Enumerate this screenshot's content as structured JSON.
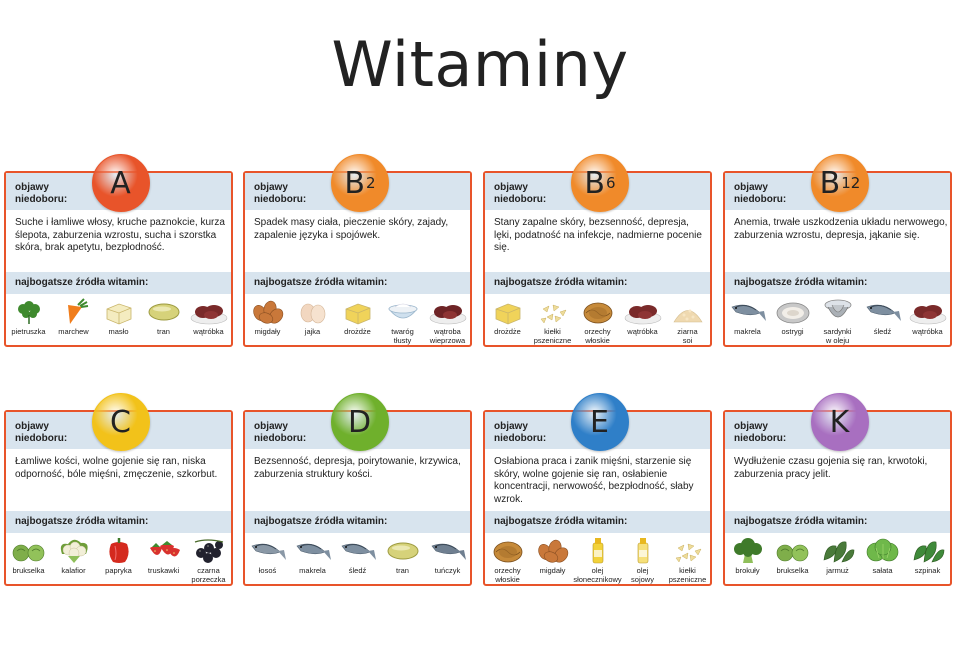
{
  "title": "Witaminy",
  "labels": {
    "symptoms": "objawy niedoboru:",
    "sources": "najbogatsze źródła witamin:"
  },
  "cards": [
    {
      "letter": "A",
      "sub": "",
      "color": "#e8542a",
      "desc": "Suche i łamliwe włosy, kruche paznokcie, kurza ślepota, zaburzenia wzrostu, sucha i szorstka skóra, brak apetytu, bezpłodność.",
      "items": [
        {
          "label": "pietruszka",
          "icon": "parsley-icon",
          "shape": "leaf",
          "color": "#3f8a2e"
        },
        {
          "label": "marchew",
          "icon": "carrot-icon",
          "shape": "carrot",
          "color": "#f07d1c"
        },
        {
          "label": "masło",
          "icon": "butter-icon",
          "shape": "block",
          "color": "#f4ecc0"
        },
        {
          "label": "tran",
          "icon": "fish-oil-capsule-icon",
          "shape": "capsule",
          "color": "#d6d27a"
        },
        {
          "label": "wątróbka",
          "icon": "liver-icon",
          "shape": "meat",
          "color": "#7a2a2a"
        }
      ]
    },
    {
      "letter": "B",
      "sub": "2",
      "color": "#f08a2a",
      "desc": "Spadek masy ciała, pieczenie skóry, zajady, zapalenie języka i spojówek.",
      "items": [
        {
          "label": "migdały",
          "icon": "almonds-icon",
          "shape": "nuts",
          "color": "#c9783a"
        },
        {
          "label": "jajka",
          "icon": "eggs-icon",
          "shape": "egg",
          "color": "#f2d7c0"
        },
        {
          "label": "drożdże",
          "icon": "yeast-icon",
          "shape": "block",
          "color": "#f0d35a"
        },
        {
          "label": "twaróg\ntłusty",
          "icon": "cottage-cheese-icon",
          "shape": "bowl",
          "color": "#eef2f6"
        },
        {
          "label": "wątroba\nwieprzowa",
          "icon": "pork-liver-icon",
          "shape": "meat",
          "color": "#6e2426"
        }
      ]
    },
    {
      "letter": "B",
      "sub": "6",
      "color": "#f08a2a",
      "desc": "Stany zapalne skóry, bezsenność, depresja, lęki, podatność na infekcje, nadmierne pocenie się.",
      "items": [
        {
          "label": "drożdże",
          "icon": "yeast-icon",
          "shape": "block",
          "color": "#f0d35a"
        },
        {
          "label": "kiełki\npszeniczne",
          "icon": "wheat-germ-icon",
          "shape": "flakes",
          "color": "#eedc9a"
        },
        {
          "label": "orzechy\nwłoskie",
          "icon": "walnut-icon",
          "shape": "walnut",
          "color": "#c68a3a"
        },
        {
          "label": "wątróbka",
          "icon": "liver-icon",
          "shape": "meat",
          "color": "#7a2a2a"
        },
        {
          "label": "ziarna\nsoi",
          "icon": "soybeans-icon",
          "shape": "pile",
          "color": "#efd9b0"
        }
      ]
    },
    {
      "letter": "B",
      "sub": "12",
      "color": "#f08a2a",
      "desc": "Anemia, trwałe uszkodzenia układu nerwowego, zaburzenia wzrostu, depresja, jąkanie się.",
      "items": [
        {
          "label": "makrela",
          "icon": "mackerel-icon",
          "shape": "fish",
          "color": "#7e8fa0"
        },
        {
          "label": "ostrygi",
          "icon": "oyster-icon",
          "shape": "oyster",
          "color": "#c8c8c8"
        },
        {
          "label": "sardynki\nw oleju",
          "icon": "sardines-can-icon",
          "shape": "can",
          "color": "#aab0b6"
        },
        {
          "label": "śledź",
          "icon": "herring-icon",
          "shape": "fish",
          "color": "#7e8fa0"
        },
        {
          "label": "wątróbka",
          "icon": "liver-icon",
          "shape": "meat",
          "color": "#7a2a2a"
        }
      ]
    },
    {
      "letter": "C",
      "sub": "",
      "color": "#f2c21a",
      "desc": "Łamliwe kości, wolne gojenie się ran, niska odporność, bóle mięśni, zmęczenie, szkorbut.",
      "items": [
        {
          "label": "brukselka",
          "icon": "brussels-sprouts-icon",
          "shape": "sprouts",
          "color": "#7fae4a"
        },
        {
          "label": "kalafior",
          "icon": "cauliflower-icon",
          "shape": "cauli",
          "color": "#f2efd8"
        },
        {
          "label": "papryka",
          "icon": "pepper-icon",
          "shape": "pepper",
          "color": "#d42a1e"
        },
        {
          "label": "truskawki",
          "icon": "strawberries-icon",
          "shape": "berries",
          "color": "#d8322e"
        },
        {
          "label": "czarna\nporzeczka",
          "icon": "blackcurrant-icon",
          "shape": "currant",
          "color": "#22222e"
        }
      ]
    },
    {
      "letter": "D",
      "sub": "",
      "color": "#6fb02c",
      "desc": "Bezsenność, depresja, poirytowanie, krzywica, zaburzenia struktury kości.",
      "items": [
        {
          "label": "łosoś",
          "icon": "salmon-icon",
          "shape": "fish",
          "color": "#8a98a6"
        },
        {
          "label": "makrela",
          "icon": "mackerel-icon",
          "shape": "fish",
          "color": "#7e8fa0"
        },
        {
          "label": "śledź",
          "icon": "herring-icon",
          "shape": "fish",
          "color": "#7e8fa0"
        },
        {
          "label": "tran",
          "icon": "fish-oil-capsule-icon",
          "shape": "capsule",
          "color": "#d6d27a"
        },
        {
          "label": "tuńczyk",
          "icon": "tuna-icon",
          "shape": "fish",
          "color": "#6f7f90"
        }
      ]
    },
    {
      "letter": "E",
      "sub": "",
      "color": "#2f7fc8",
      "desc": "Osłabiona praca i zanik mięśni, starzenie się skóry, wolne gojenie się ran, osłabienie koncentracji, nerwowość, bezpłodność, słaby wzrok.",
      "items": [
        {
          "label": "orzechy\nwłoskie",
          "icon": "walnut-icon",
          "shape": "walnut",
          "color": "#c68a3a"
        },
        {
          "label": "migdały",
          "icon": "almonds-icon",
          "shape": "nuts",
          "color": "#c9783a"
        },
        {
          "label": "olej\nsłonecznikowy",
          "icon": "sunflower-oil-icon",
          "shape": "bottle",
          "color": "#f2d23a"
        },
        {
          "label": "olej\nsojowy",
          "icon": "soybean-oil-icon",
          "shape": "bottle",
          "color": "#f6e07a"
        },
        {
          "label": "kiełki\npszeniczne",
          "icon": "wheat-germ-icon",
          "shape": "flakes",
          "color": "#eedc9a"
        }
      ]
    },
    {
      "letter": "K",
      "sub": "",
      "color": "#a86fc0",
      "desc": "Wydłużenie czasu gojenia się ran, krwotoki, zaburzenia pracy jelit.",
      "items": [
        {
          "label": "brokuły",
          "icon": "broccoli-icon",
          "shape": "broccoli",
          "color": "#3f7a2a"
        },
        {
          "label": "brukselka",
          "icon": "brussels-sprouts-icon",
          "shape": "sprouts",
          "color": "#7fae4a"
        },
        {
          "label": "jarmuż",
          "icon": "kale-icon",
          "shape": "leafy",
          "color": "#4a7a3a"
        },
        {
          "label": "sałata",
          "icon": "lettuce-icon",
          "shape": "lettuce",
          "color": "#6fb84a"
        },
        {
          "label": "szpinak",
          "icon": "spinach-icon",
          "shape": "leafy",
          "color": "#3f8a3a"
        }
      ]
    }
  ]
}
